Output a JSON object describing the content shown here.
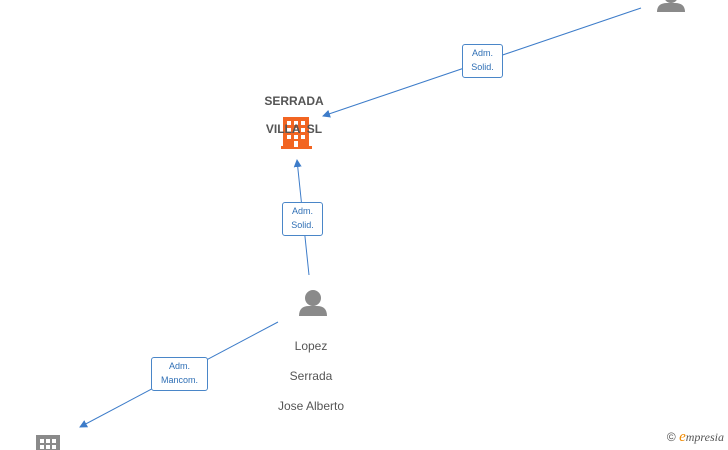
{
  "nodes": {
    "company_main": {
      "label_line1": "SERRADA",
      "label_line2": "VILLA  SL",
      "icon": "building-icon",
      "color": "#f26522"
    },
    "person_main": {
      "label_line1": "Lopez",
      "label_line2": "Serrada",
      "label_line3": "Jose Alberto",
      "icon": "person-icon",
      "color": "#8a8a8a"
    },
    "person_top_right": {
      "icon": "person-icon",
      "color": "#8a8a8a"
    },
    "company_bottom_left": {
      "icon": "building-icon",
      "color": "#8a8a8a"
    }
  },
  "edges": {
    "top_right_to_company": {
      "line1": "Adm.",
      "line2": "Solid."
    },
    "person_to_company": {
      "line1": "Adm.",
      "line2": "Solid."
    },
    "person_to_bottom_left": {
      "line1": "Adm.",
      "line2": "Mancom."
    }
  },
  "colors": {
    "edge": "#3d7cc9",
    "accent": "#f26522",
    "neutral": "#8a8a8a"
  },
  "watermark": {
    "copyright": "©",
    "brand_first": "e",
    "brand_rest": "mpresia"
  }
}
